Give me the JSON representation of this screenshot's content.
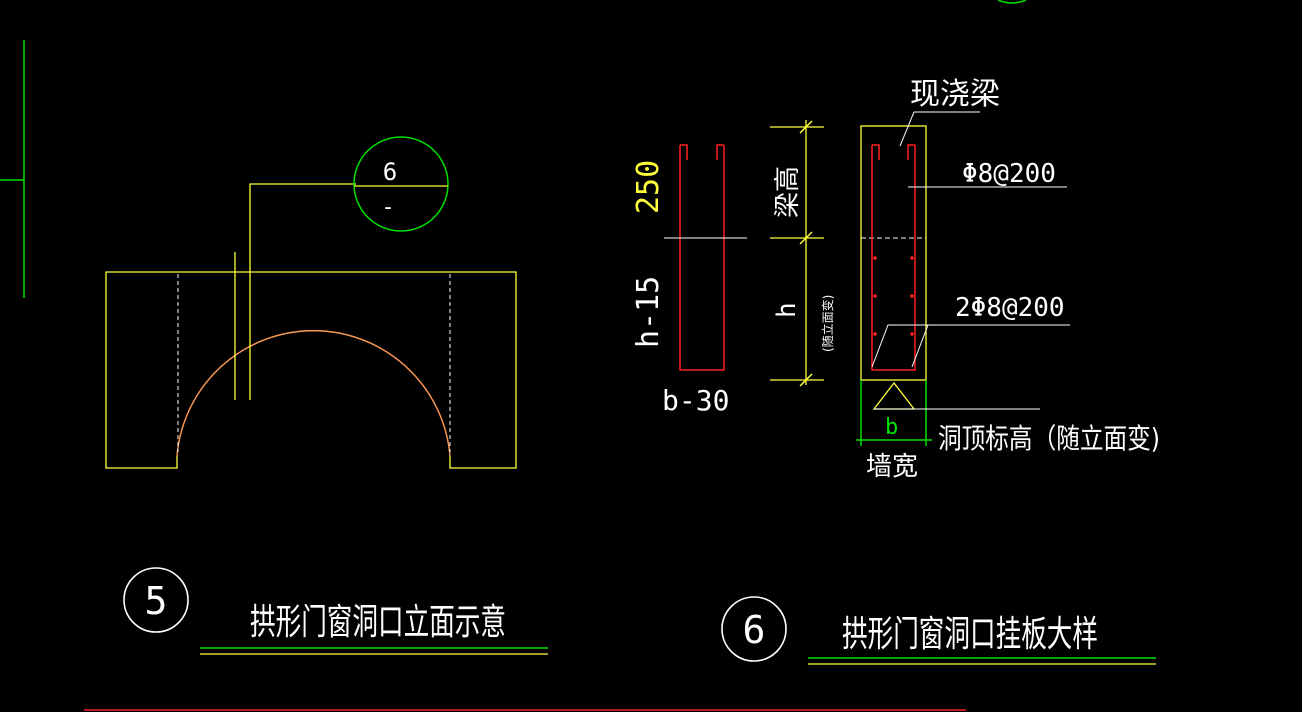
{
  "colors": {
    "background": "#000000",
    "yellow": "#ffff3c",
    "red": "#ff2020",
    "green": "#00e000",
    "white": "#ffffff",
    "arc": "#ff8a5c"
  },
  "detail5": {
    "number": "5",
    "title": "拱形门窗洞口立面示意",
    "callout_top": "6",
    "callout_bottom": "-"
  },
  "detail6": {
    "number": "6",
    "title": "拱形门窗洞口挂板大样",
    "label_beam": "现浇梁",
    "label_stirrup": "Φ8@200",
    "label_bars": "2Φ8@200",
    "label_beam_height": "梁高",
    "label_h": "h",
    "label_h_note": "(随立面变)",
    "label_opening_top": "洞顶标高（随立面变)",
    "label_wall_width": "墙宽",
    "label_b": "b",
    "dim_250": "250",
    "dim_h15": "h-15",
    "dim_b30": "b-30"
  }
}
